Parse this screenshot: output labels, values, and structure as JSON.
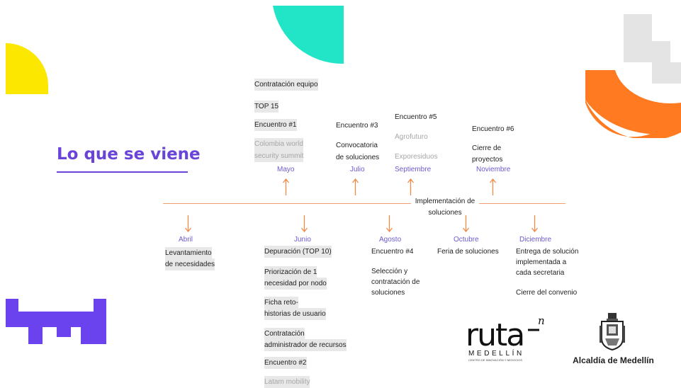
{
  "title": "Lo que se viene",
  "timeline_label": "Implementación de soluciones",
  "above": {
    "mayo": {
      "month": "Mayo",
      "items": [
        "Contratación equipo",
        "TOP 15",
        "Encuentro #1",
        "Colombia world",
        "security summit"
      ]
    },
    "julio": {
      "month": "Julio",
      "items": [
        "Encuentro #3",
        "Convocatoria",
        "de soluciones"
      ]
    },
    "septiembre": {
      "month": "Septiembre",
      "items": [
        "Encuentro #5",
        "Agrofuturo",
        "Exporesiduos"
      ]
    },
    "noviembre": {
      "month": "Noviembre",
      "items": [
        "Encuentro #6",
        "Cierre de",
        "proyectos"
      ]
    }
  },
  "below": {
    "abril": {
      "month": "Abril",
      "items": [
        "Levantamiento",
        "de necesidades"
      ]
    },
    "junio": {
      "month": "Junio",
      "items": [
        "Depuración (TOP 10)",
        "Priorización de 1",
        "necesidad por nodo",
        "Ficha reto-",
        "historias de usuario",
        "Contratación",
        "administrador de recursos",
        "Encuentro #2",
        "Latam mobility"
      ]
    },
    "agosto": {
      "month": "Agosto",
      "items": [
        "Encuentro #4",
        "Selección y",
        "contratación de",
        "soluciones"
      ]
    },
    "octubre": {
      "month": "Octubre",
      "items": [
        "Feria de soluciones"
      ]
    },
    "diciembre": {
      "month": "Diciembre",
      "items": [
        "Entrega de solución",
        "implementada a",
        "cada secretaria",
        "Cierre del convenio"
      ]
    }
  },
  "logos": {
    "ruta_main": "ruta",
    "ruta_sup": "n",
    "ruta_city": "MEDELLÍN",
    "ruta_tagline": "CENTRO DE INNOVACIÓN Y NEGOCIOS",
    "alcaldia": "Alcaldía de Medellín"
  },
  "colors": {
    "accent_purple": "#6a43d8",
    "arrow_orange": "#f08a4b",
    "teal": "#22e5c8",
    "yellow": "#fce700",
    "orange": "#ff7a20",
    "grey": "#e8e8e8"
  }
}
